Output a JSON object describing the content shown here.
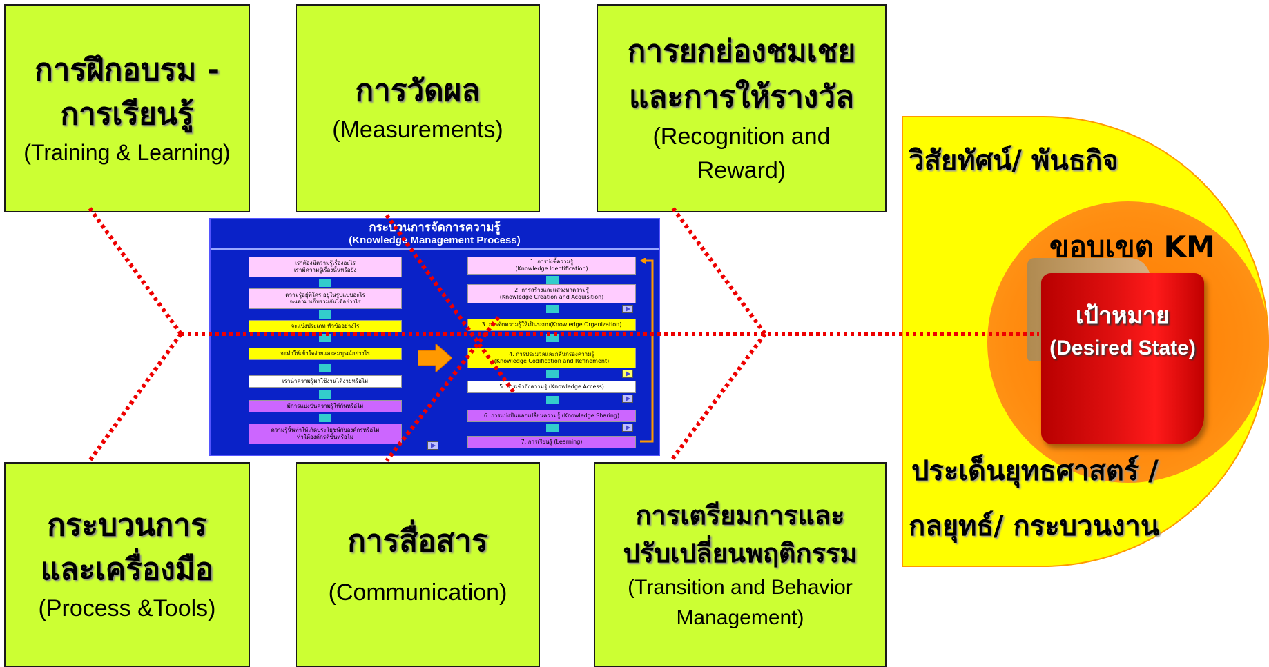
{
  "boxes": {
    "training": {
      "thai_1": "การฝึกอบรม -",
      "thai_2": "การเรียนรู้",
      "eng": "(Training & Learning)"
    },
    "measure": {
      "thai": "การวัดผล",
      "eng": "(Measurements)"
    },
    "reward": {
      "thai_1": "การยกย่องชมเชย",
      "thai_2": "และการให้รางวัล",
      "eng_1": "(Recognition and",
      "eng_2": "Reward)"
    },
    "process": {
      "thai_1": "กระบวนการ",
      "thai_2": "และเครื่องมือ",
      "eng": "(Process &Tools)"
    },
    "communication": {
      "thai": "การสื่อสาร",
      "eng": "(Communication)"
    },
    "transition": {
      "thai_1": "การเตรียมการและ",
      "thai_2": "ปรับเปลี่ยนพฤติกรรม",
      "eng_1": "(Transition and Behavior",
      "eng_2": "Management)"
    }
  },
  "goal": {
    "vision": "วิสัยทัศน์/ พันธกิจ",
    "km_scope": "ขอบเขต KM",
    "target": "เป้าหมาย",
    "desired_state": "(Desired State)",
    "strategy_1": "ประเด็นยุทธศาสตร์ /",
    "strategy_2": "กลยุทธ์/ กระบวนงาน"
  },
  "km_panel": {
    "title": "กระบวนการจัดการความรู้",
    "subtitle": "(Knowledge Management Process)",
    "questions": [
      {
        "line1": "เราต้องมีความรู้เรื่องอะไร",
        "line2": "เรามีความรู้เรื่องนั้นหรือยัง"
      },
      {
        "line1": "ความรู้อยู่ที่ใคร  อยู่ในรูปแบบอะไร",
        "line2": "จะเอามาเก็บรวมกันได้อย่างไร"
      },
      {
        "line1": "จะแบ่งประเภท หัวข้ออย่างไร",
        "line2": ""
      },
      {
        "line1": "จะทำให้เข้าใจง่ายและสมบูรณ์อย่างไร",
        "line2": ""
      },
      {
        "line1": "เรานำความรู้มาใช้งานได้ง่ายหรือไม่",
        "line2": ""
      },
      {
        "line1": "มีการแบ่งปันความรู้ให้กันหรือไม่",
        "line2": ""
      },
      {
        "line1": "ความรู้นั้นทำให้เกิดประโยชน์กับองค์กรหรือไม่",
        "line2": "ทำให้องค์กรดีขึ้นหรือไม่"
      }
    ],
    "steps": [
      {
        "line1": "1. การบ่งชี้ความรู้",
        "line2": "(Knowledge Identification)"
      },
      {
        "line1": "2. การสร้างและแสวงหาความรู้",
        "line2": "(Knowledge Creation and Acquisition)"
      },
      {
        "line1": "3. การจัดความรู้ให้เป็นระบบ(Knowledge Organization)",
        "line2": ""
      },
      {
        "line1": "4. การประมวลและกลั่นกรองความรู้",
        "line2": "(Knowledge Codification and Refinement)"
      },
      {
        "line1": "5. การเข้าถึงความรู้ (Knowledge Access)",
        "line2": ""
      },
      {
        "line1": "6. การแบ่งปันแลกเปลี่ยนความรู้ (Knowledge Sharing)",
        "line2": ""
      },
      {
        "line1": "7. การเรียนรู้ (Learning)",
        "line2": ""
      }
    ]
  },
  "colors": {
    "box_fill": "#ccff33",
    "goal_fill": "#ffff00",
    "km_circle": "#ff8c10",
    "flag": "#e01010",
    "panel": "#0a22c8",
    "dotted_line": "#ee0000"
  }
}
